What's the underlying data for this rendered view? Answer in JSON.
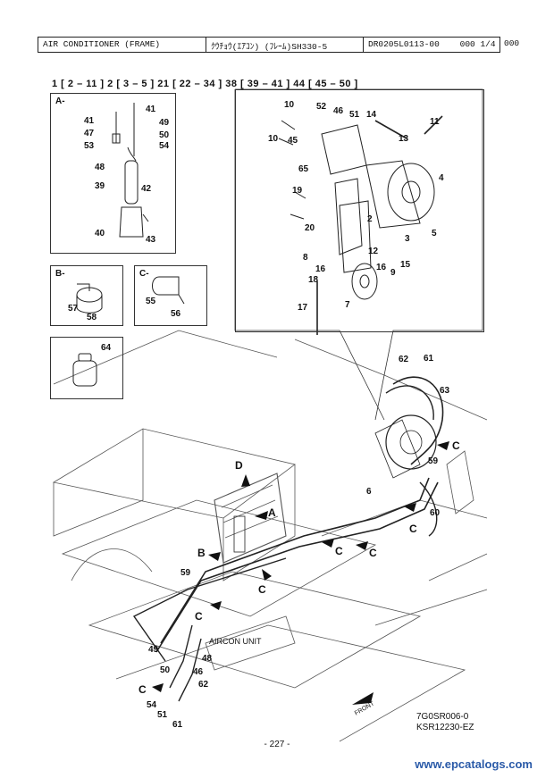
{
  "header": {
    "title": "AIR CONDITIONER (FRAME)",
    "model": "ｸｳﾁｮｳ(ｴｱｺﾝ) (ﾌﾚｰﾑ)SH330-5",
    "code": "DR0205L0113-00",
    "page_ref": "000  1/4",
    "extra": "000"
  },
  "groups": "1 [ 2 – 11 ]  2 [ 3 – 5 ]  21 [ 22 – 34 ]  38 [ 39 – 41 ]  44 [ 45 – 50 ]",
  "insets": {
    "a": {
      "letter": "A-",
      "parts": [
        "41",
        "41",
        "49",
        "47",
        "50",
        "53",
        "54",
        "48",
        "39",
        "42",
        "40",
        "43"
      ]
    },
    "b": {
      "letter": "B-",
      "parts": [
        "57",
        "58"
      ]
    },
    "c": {
      "letter": "C-",
      "parts": [
        "55",
        "56"
      ]
    },
    "d": {
      "parts": [
        "64"
      ]
    }
  },
  "compressor_parts": [
    "10",
    "52",
    "46",
    "51",
    "14",
    "11",
    "10",
    "45",
    "13",
    "65",
    "4",
    "19",
    "20",
    "2",
    "3",
    "5",
    "12",
    "8",
    "16",
    "15",
    "18",
    "16",
    "9",
    "17",
    "7"
  ],
  "main_parts": [
    "62",
    "61",
    "63",
    "59",
    "6",
    "60",
    "59",
    "49",
    "48",
    "46",
    "50",
    "54",
    "51",
    "61",
    "62"
  ],
  "callouts": [
    "A",
    "B",
    "C",
    "C",
    "C",
    "C",
    "C",
    "C",
    "C",
    "D"
  ],
  "labels": {
    "aircon_unit": "AIRCON UNIT",
    "front": "FRONT",
    "ref1": "7G0SR006-0",
    "ref2": "KSR12230-EZ"
  },
  "page_number": "- 227 -",
  "watermark": "www.epcatalogs.com"
}
